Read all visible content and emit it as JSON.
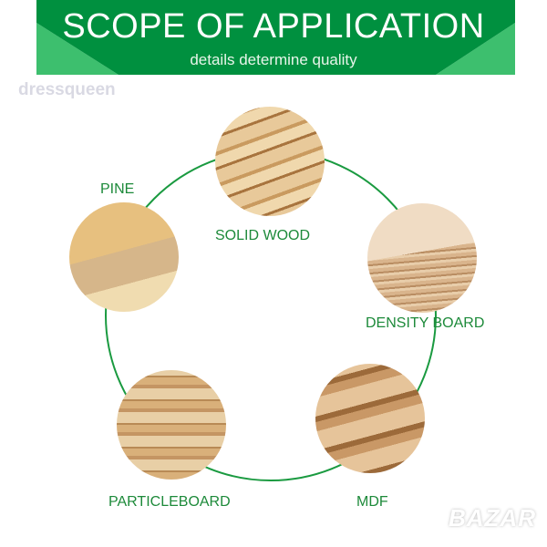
{
  "header": {
    "title": "SCOPE OF APPLICATION",
    "subtitle": "details determine quality"
  },
  "watermarks": {
    "top": "dressqueen",
    "bottom": "BAZAR"
  },
  "materials": [
    {
      "label": "SOLID WOOD"
    },
    {
      "label": "DENSITY BOARD"
    },
    {
      "label": "MDF"
    },
    {
      "label": "PARTICLEBOARD"
    },
    {
      "label": "PINE"
    }
  ],
  "colors": {
    "dark_green": "#00903f",
    "light_green": "#3dbf6e",
    "text_green": "#1d8a3a"
  }
}
